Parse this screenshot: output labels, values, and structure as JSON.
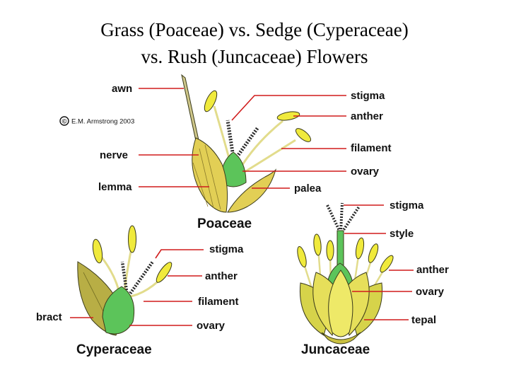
{
  "title": {
    "line1": "Grass (Poaceae) vs. Sedge (Cyperaceae)",
    "line2": "vs. Rush (Juncaceae) Flowers"
  },
  "copyright": "E.M. Armstrong 2003",
  "copyright_symbol": "©",
  "poaceae": {
    "name": "Poaceae",
    "labels": {
      "awn": "awn",
      "nerve": "nerve",
      "lemma": "lemma",
      "stigma": "stigma",
      "anther": "anther",
      "filament": "filament",
      "ovary": "ovary",
      "palea": "palea"
    }
  },
  "cyperaceae": {
    "name": "Cyperaceae",
    "labels": {
      "stigma": "stigma",
      "anther": "anther",
      "filament": "filament",
      "ovary": "ovary",
      "bract": "bract"
    }
  },
  "juncaceae": {
    "name": "Juncaceae",
    "labels": {
      "stigma": "stigma",
      "style": "style",
      "anther": "anther",
      "ovary": "ovary",
      "tepal": "tepal"
    }
  },
  "colors": {
    "leader": "#d01c1c",
    "ovary_green": "#5cc45a",
    "bract_yellow": "#e2cf55",
    "anther_yellow": "#f0ea3c",
    "stigma_dark": "#2a2a2a"
  }
}
